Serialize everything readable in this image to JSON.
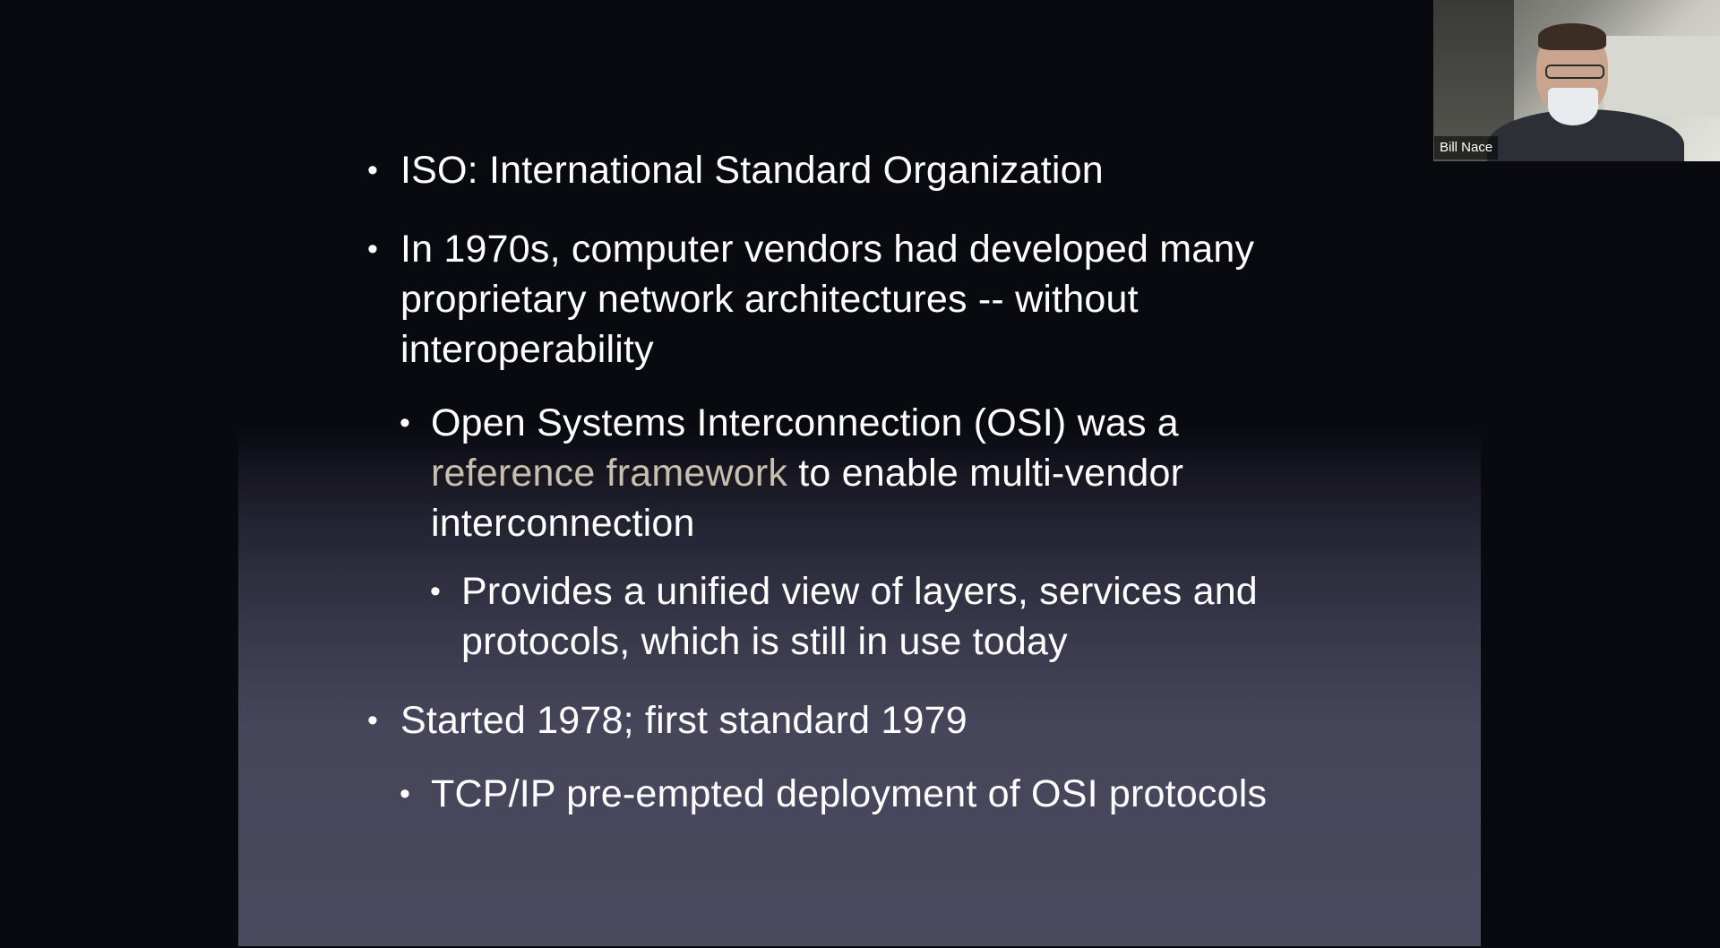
{
  "slide": {
    "bullets": [
      {
        "level": 1,
        "text": "ISO: International Standard Organization"
      },
      {
        "level": 1,
        "text_lines": [
          "In 1970s, computer vendors had developed many",
          "proprietary network architectures -- without",
          "interoperability"
        ]
      },
      {
        "level": 2,
        "line1": "Open Systems Interconnection (OSI) was a",
        "highlight": "reference framework",
        "line2_rest": " to enable multi-vendor",
        "line3": "interconnection"
      },
      {
        "level": 3,
        "text_lines": [
          "Provides a unified view of layers, services and",
          "protocols, which is still in use today"
        ]
      },
      {
        "level": 1,
        "text": "Started 1978; first standard 1979"
      },
      {
        "level": 2,
        "text": "TCP/IP pre-empted deployment of OSI protocols"
      }
    ],
    "bullet_glyph": "•",
    "colors": {
      "text": "#ffffff",
      "highlight": "#c8bfae",
      "background": "#090910",
      "panel": "#4a495e"
    }
  },
  "video": {
    "participant_name": "Bill Nace"
  }
}
